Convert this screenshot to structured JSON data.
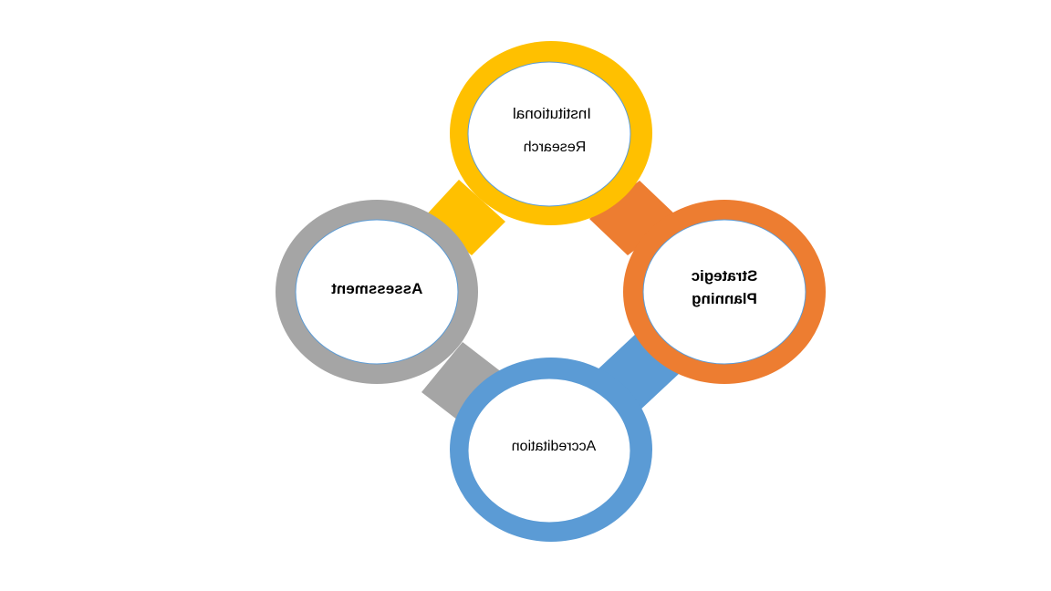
{
  "diagram": {
    "nodes": [
      {
        "id": "institutional-research",
        "lines": [
          "Institutional",
          "Research"
        ],
        "color": "#FFC000"
      },
      {
        "id": "strategic-planning",
        "lines": [
          "Strategic",
          "Planning"
        ],
        "color": "#ED7D31"
      },
      {
        "id": "accreditation",
        "lines": [
          "Accreditation"
        ],
        "color": "#5B9BD5"
      },
      {
        "id": "assessment",
        "lines": [
          "Assessment"
        ],
        "color": "#A5A5A5"
      }
    ],
    "connector_colors": {
      "institutional-research": "#FFC000",
      "strategic-planning": "#ED7D31",
      "accreditation": "#5B9BD5",
      "assessment": "#A5A5A5"
    },
    "inner_outline_color": "#5B9BD5",
    "text_mirrored": true
  }
}
